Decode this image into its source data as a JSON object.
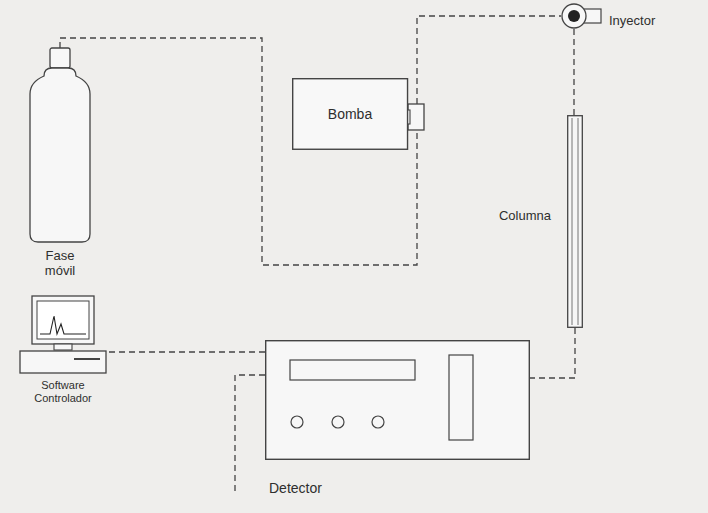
{
  "diagram": {
    "nodes": [
      {
        "text": [
          "Fase móvil"
        ]
      },
      {
        "text": [
          "Bomba"
        ]
      },
      {
        "text": [
          "Inyector"
        ]
      },
      {
        "text": [
          "Columna"
        ]
      },
      {
        "text": [
          "Software Controlador"
        ]
      },
      {
        "text": [
          "Detector"
        ]
      }
    ],
    "edges": [
      {
        "from": 0,
        "to": 1,
        "arrow": "none"
      },
      {
        "from": 1,
        "to": 2,
        "arrow": "none"
      },
      {
        "from": 2,
        "to": 3,
        "arrow": "none"
      },
      {
        "from": 3,
        "to": 5,
        "arrow": "none"
      },
      {
        "from": 5,
        "to": 4,
        "arrow": "none"
      }
    ]
  }
}
